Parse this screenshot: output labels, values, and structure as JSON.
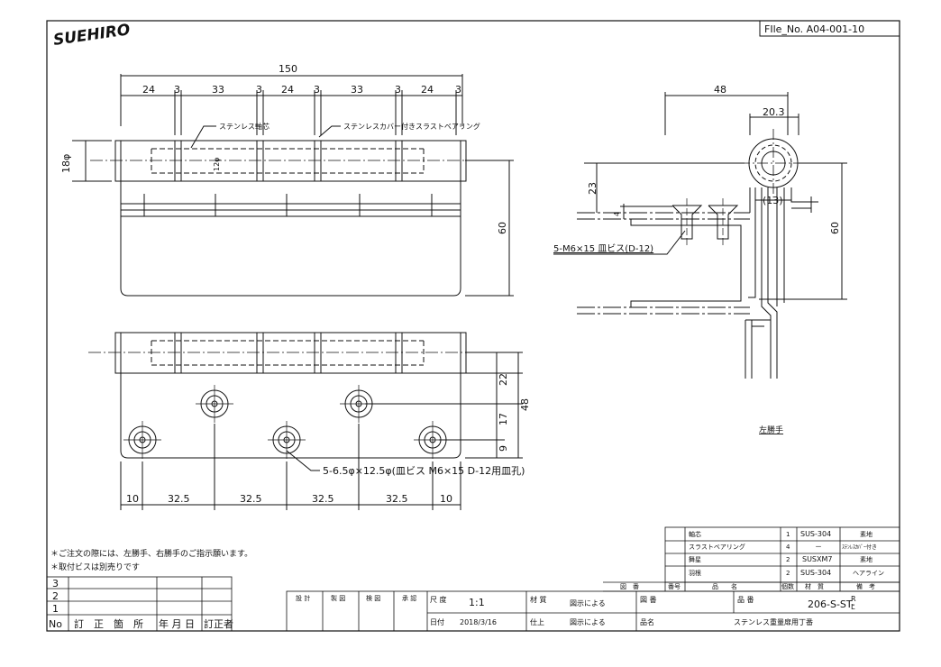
{
  "logo": "SUEHIRO",
  "file_no": "FIle_No. A04-001-10",
  "front_view": {
    "overall": "150",
    "segments": [
      "24",
      "3",
      "33",
      "3",
      "24",
      "3",
      "33",
      "3",
      "24",
      "3"
    ],
    "dia_18": "18φ",
    "dia_12": "12φ",
    "height_60": "60",
    "callout_pin": "ステンレス軸芯",
    "callout_bearing": "ステンレスカバー付きスラストベアリング"
  },
  "rear_view": {
    "dims_v": [
      "22",
      "48",
      "17",
      "9"
    ],
    "dims_h": [
      "10",
      "32.5",
      "32.5",
      "32.5",
      "32.5",
      "10"
    ],
    "hole_callout": "5-6.5φ×12.5φ(皿ビス M6×15 D-12用皿孔)"
  },
  "side_view": {
    "dim_48": "48",
    "dim_20_3": "20.3",
    "dim_23": "23",
    "dim_4": "4",
    "dim_13": "(13)",
    "dim_60": "60",
    "screw_callout": "5-M6×15 皿ビス(D-12)",
    "hand_label": "左勝手"
  },
  "notes": [
    "＊ご注文の際には、左勝手、右勝手のご指示願います。",
    "＊取付ビスは別売りです"
  ],
  "parts_table": {
    "rows": [
      {
        "name": "軸芯",
        "qty": "1",
        "material": "SUS-304",
        "remark": "素地"
      },
      {
        "name": "スラストベアリング",
        "qty": "4",
        "material": "－",
        "remark": "ｽﾃﾝﾚｽｶﾊﾞｰ付き"
      },
      {
        "name": "舞星",
        "qty": "2",
        "material": "SUSXM7",
        "remark": "素地"
      },
      {
        "name": "羽根",
        "qty": "2",
        "material": "SUS-304",
        "remark": "ヘアライン"
      }
    ],
    "header": {
      "drawing_no": "図　番",
      "no": "番号",
      "item": "品　　名",
      "qty": "個数",
      "material": "材　質",
      "remark": "備　考"
    }
  },
  "revision_table": {
    "rows": [
      "3",
      "2",
      "1"
    ],
    "header": {
      "no": "No",
      "location": "訂　正　箇　所",
      "date": "年 月 日",
      "corrector": "訂正者"
    }
  },
  "title_block": {
    "design": "設 計",
    "draft": "製 図",
    "check": "検 図",
    "approve": "承 認",
    "scale_label": "尺\n度",
    "scale": "1:1",
    "material_label": "材\n質",
    "material_value": "図示による",
    "drawing_no_label": "図\n番",
    "product_no_label": "品\n番",
    "product_no": "206-S-ST-",
    "suffix_r": "R",
    "suffix_l": "L",
    "date_label": "日付",
    "date": "2018/3/16",
    "finish_label": "仕上",
    "finish_value": "図示による",
    "name_label": "品名",
    "name_value": "ステンレス重量扉用丁番"
  }
}
